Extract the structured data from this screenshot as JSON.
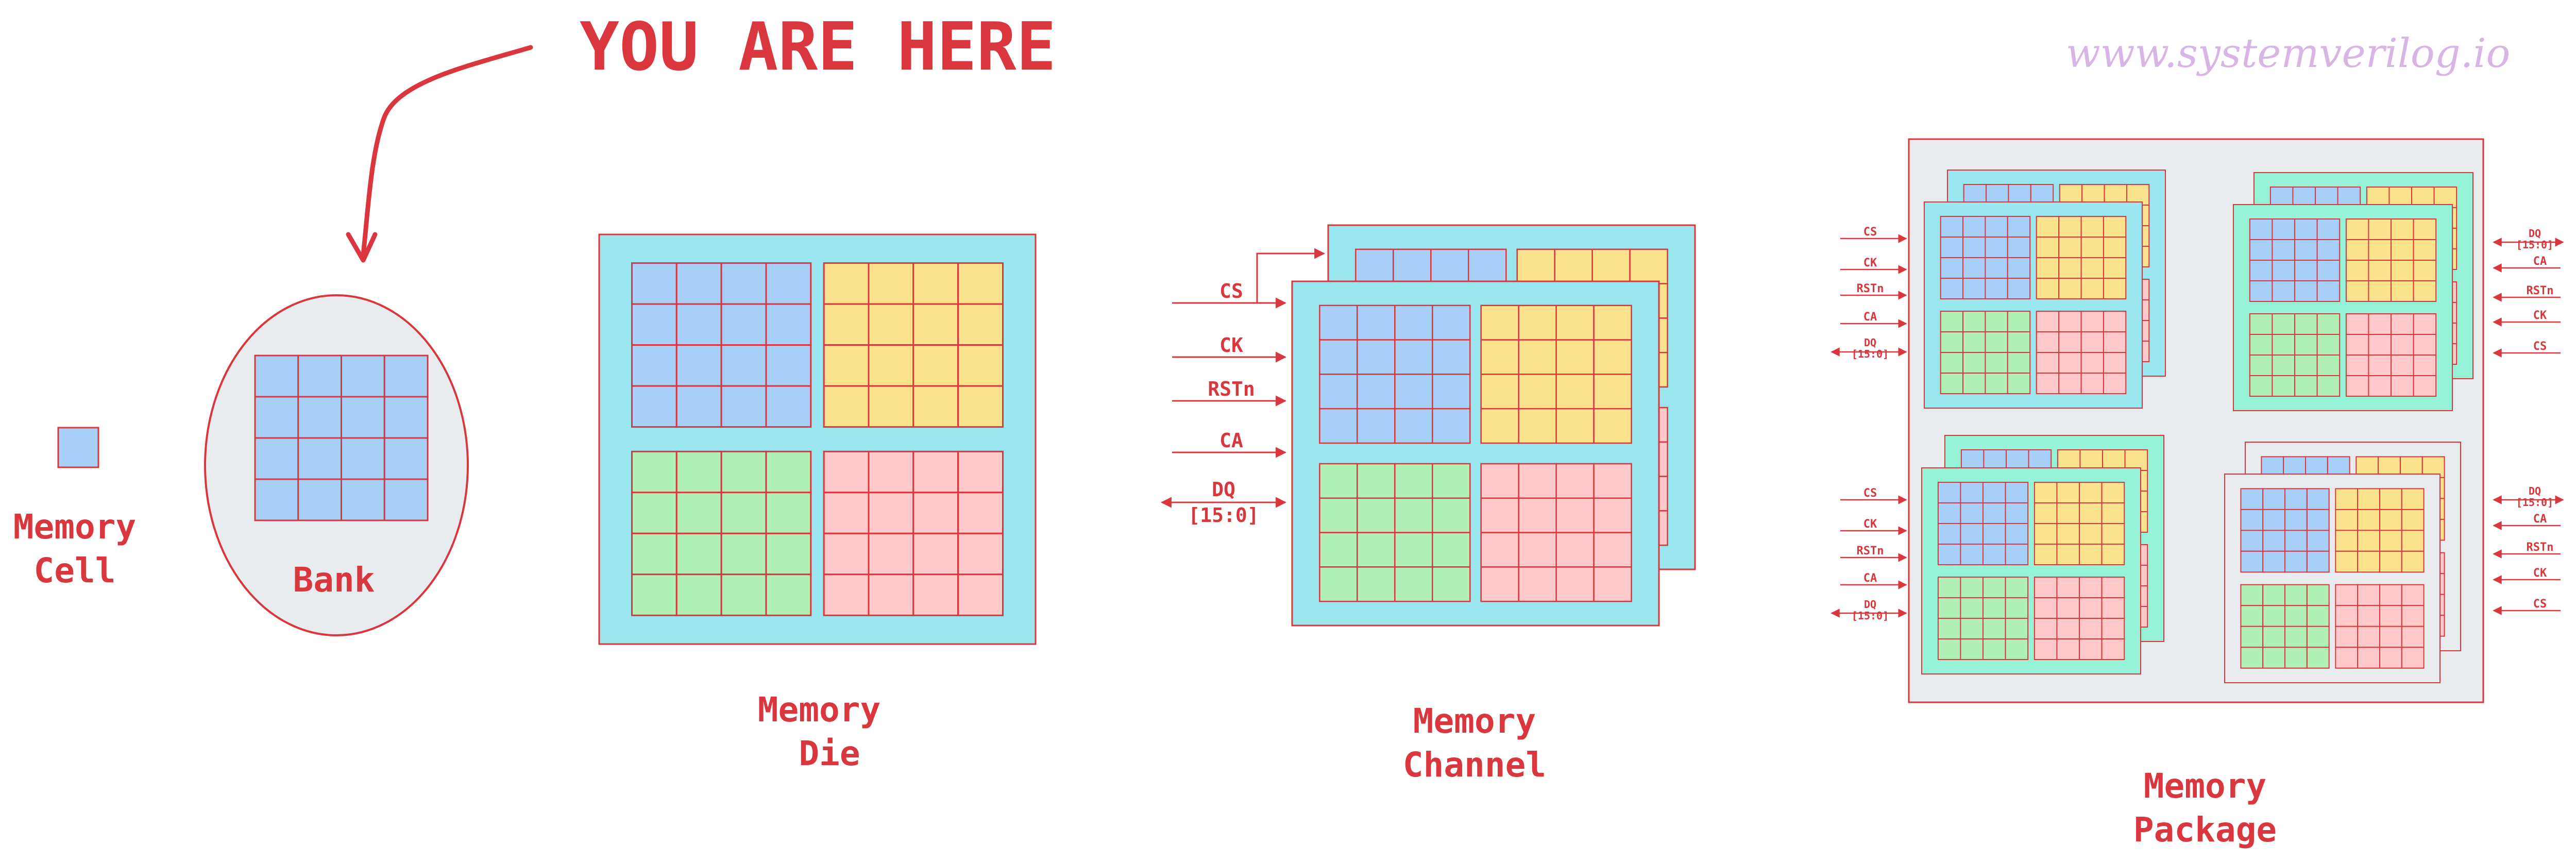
{
  "colors": {
    "outline": "#d9373d",
    "blue_cell": "#a7cff7",
    "yellow_cell": "#fbe38e",
    "green_cell": "#b1f0b4",
    "pink_cell": "#ffc9c9",
    "die_bg": "#99e6ef",
    "package_die_bg": "#96f2d7",
    "bank_bg": "#e9ecef",
    "package_bg": "#e9ecef",
    "watermark": "#d8b6e4"
  },
  "header": {
    "you_are_here": "YOU ARE HERE",
    "watermark": "www.systemverilog.io"
  },
  "labels": {
    "memory_cell": [
      "Memory",
      "Cell"
    ],
    "bank": "Bank",
    "memory_die": [
      "Memory",
      "Die"
    ],
    "memory_channel": [
      "Memory",
      "Channel"
    ],
    "memory_package": [
      "Memory",
      "Package"
    ]
  },
  "channel_signals": [
    "CS",
    "CK",
    "RSTn",
    "CA"
  ],
  "dq_signal": [
    "DQ",
    "[15:0]"
  ],
  "package_left_signals": [
    "CS",
    "CK",
    "RSTn",
    "CA"
  ],
  "package_right_signals": [
    "CA",
    "RSTn",
    "CK",
    "CS"
  ],
  "bank_grid": {
    "rows": 4,
    "cols": 4
  },
  "die_banks": [
    "blue",
    "yellow",
    "green",
    "pink"
  ]
}
